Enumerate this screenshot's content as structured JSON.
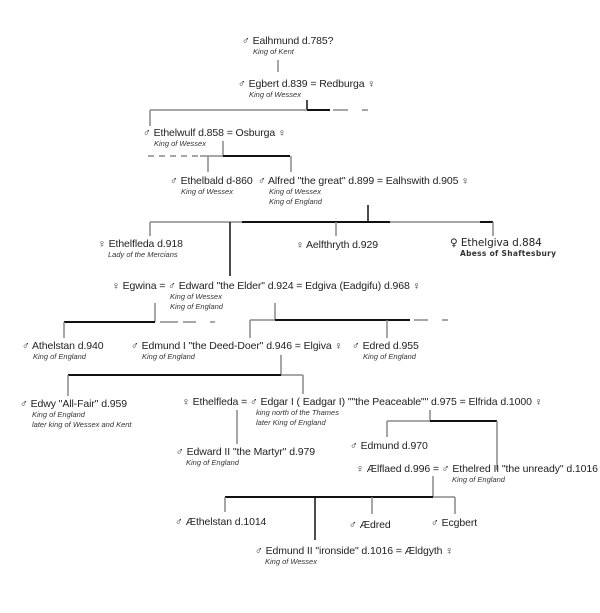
{
  "diagram": {
    "type": "family-tree",
    "symbols": {
      "male": "♂",
      "female": "♀",
      "spouse": "="
    },
    "line_colors": {
      "primary": "#111111",
      "secondary": "#888888"
    },
    "people": {
      "ealhmund": {
        "name": "♂ Ealhmund d.785?",
        "titles": [
          "King of Kent"
        ]
      },
      "egbert": {
        "name": "♂ Egbert d.839 =   Redburga ♀",
        "titles": [
          "King of Wessex"
        ]
      },
      "ethelwulf": {
        "name": "♂ Ethelwulf d.858 = Osburga ♀",
        "titles": [
          "King of Wessex"
        ]
      },
      "ethelbald": {
        "name": "♂ Ethelbald d-860",
        "titles": [
          "King of Wessex"
        ]
      },
      "alfred": {
        "name": "♂ Alfred \"the great\" d.899 = Ealhswith d.905 ♀",
        "titles": [
          "King of Wessex",
          "King of England"
        ]
      },
      "ethelfleda_mercia": {
        "name": "♀ Ethelfleda d.918",
        "titles": [
          "Lady of the Mercians"
        ]
      },
      "aelfthryth": {
        "name": "♀ Aelfthryth d.929",
        "titles": []
      },
      "ethelgiva": {
        "name": "♀ Ethelgiva d.884",
        "titles": [
          "Abess of Shaftesbury"
        ]
      },
      "edward_elder": {
        "name": "♀ Egwina = ♂ Edward \"the Elder\" d.924 = Edgiva (Eadgifu) d.968 ♀",
        "titles": [
          "King of Wessex",
          "King of England"
        ]
      },
      "athelstan": {
        "name": "♂ Athelstan d.940",
        "titles": [
          "King of England"
        ]
      },
      "edmund_i": {
        "name": "♂ Edmund I \"the Deed-Doer\" d.946 = Elgiva ♀",
        "titles": [
          "King of England"
        ]
      },
      "edred": {
        "name": "♂ Edred d.955",
        "titles": [
          "King of England"
        ]
      },
      "edwy": {
        "name": "♂ Edwy \"All-Fair\" d.959",
        "titles": [
          "King of England",
          "later king of  Wessex and Kent"
        ]
      },
      "edgar": {
        "name": "♀ Ethelfleda = ♂ Edgar I ( Eadgar I) \"\"the Peaceable\"\" d.975 = Elfrida d.1000 ♀",
        "titles": [
          "king north of the Thames",
          "later King of England"
        ]
      },
      "edward_martyr": {
        "name": "♂ Edward II \"the Martyr\" d.979",
        "titles": [
          "King of England"
        ]
      },
      "edmund_970": {
        "name": "♂ Edmund d.970",
        "titles": []
      },
      "ethelred": {
        "name": "♀ Ælflaed d.996  =  ♂ Ethelred II  \"the unready\" d.1016",
        "titles": [
          "King of England"
        ]
      },
      "aethelstan_1014": {
        "name": "♂ Æthelstan d.1014",
        "titles": []
      },
      "aedred": {
        "name": "♂ Ædred",
        "titles": []
      },
      "ecgbert": {
        "name": "♂ Ecgbert",
        "titles": []
      },
      "edmund_ii": {
        "name": "♂ Edmund II \"ironside\" d.1016 = Ældgyth ♀",
        "titles": [
          "King of Wessex"
        ]
      }
    }
  }
}
